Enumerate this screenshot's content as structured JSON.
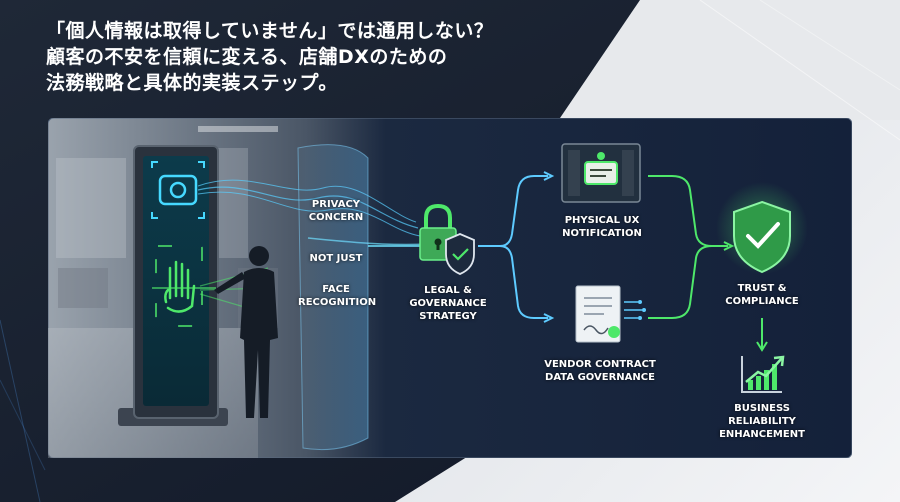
{
  "title": {
    "line1": "「個人情報は取得していません」では通用しない？",
    "line2": "顧客の不安を信頼に変える、店舗DXのための",
    "line3": "法務戦略と具体的実装ステップ。"
  },
  "diagram": {
    "privacy": {
      "line1": "PRIVACY",
      "line2": "CONCERN"
    },
    "not_just": "NOT JUST",
    "face": {
      "line1": "FACE",
      "line2": "RECOGNITION"
    },
    "legal": {
      "line1": "LEGAL &",
      "line2": "GOVERNANCE",
      "line3": "STRATEGY"
    },
    "physical": {
      "line1": "PHYSICAL UX",
      "line2": "NOTIFICATION"
    },
    "vendor": {
      "line1": "VENDOR CONTRACT",
      "line2": "DATA GOVERNANCE"
    },
    "trust": {
      "line1": "TRUST &",
      "line2": "COMPLIANCE"
    },
    "business": {
      "line1": "BUSINESS",
      "line2": "RELIABILITY",
      "line3": "ENHANCEMENT"
    }
  },
  "icons": {
    "camera": "camera-icon",
    "hand": "hand-scan-icon",
    "lock": "lock-shield-icon",
    "notification": "notification-panel-icon",
    "contract": "contract-document-icon",
    "shield": "shield-check-icon",
    "growth": "growth-chart-icon"
  },
  "colors": {
    "accent_green": "#4ee86a",
    "accent_blue": "#5ecbff",
    "panel_bg": "#16233a",
    "title_text": "#ffffff"
  }
}
